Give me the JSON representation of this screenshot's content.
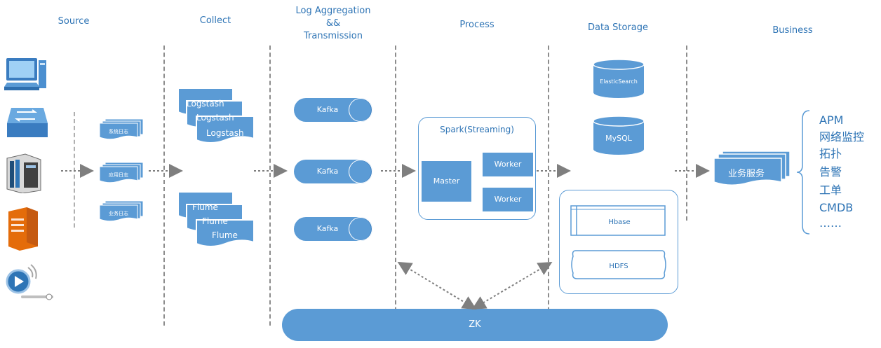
{
  "columns": {
    "source": "Source",
    "collect": "Collect",
    "aggregation_line1": "Log Aggregation",
    "aggregation_line2": "&&",
    "aggregation_line3": "Transmission",
    "process": "Process",
    "storage": "Data Storage",
    "business": "Business"
  },
  "source_icons": [
    "computer-icon",
    "network-switch-icon",
    "server-rack-icon",
    "tower-server-icon",
    "wireless-device-icon"
  ],
  "source_docs": [
    "系统日志",
    "应用日志",
    "业务日志"
  ],
  "collect": {
    "logstash": [
      "Logstash",
      "Logstash",
      "Logstash"
    ],
    "flume": [
      "Flume",
      "Flume",
      "Flume"
    ]
  },
  "kafka": [
    "Kafka",
    "Kafka",
    "Kafka"
  ],
  "process": {
    "title": "Spark(Streaming)",
    "master": "Master",
    "workers": [
      "Worker",
      "Worker"
    ]
  },
  "storage": {
    "elasticsearch": "ElasticSearch",
    "mysql": "MySQL",
    "hbase": "Hbase",
    "hdfs": "HDFS"
  },
  "business": {
    "service": "业务服务",
    "items": [
      "APM",
      "网络监控",
      "拓扑",
      "告警",
      "工单",
      "CMDB",
      "……"
    ]
  },
  "zk": "ZK",
  "colors": {
    "accent": "#5b9bd5",
    "header_text": "#2e74b5",
    "separator": "#8c8c8c"
  }
}
